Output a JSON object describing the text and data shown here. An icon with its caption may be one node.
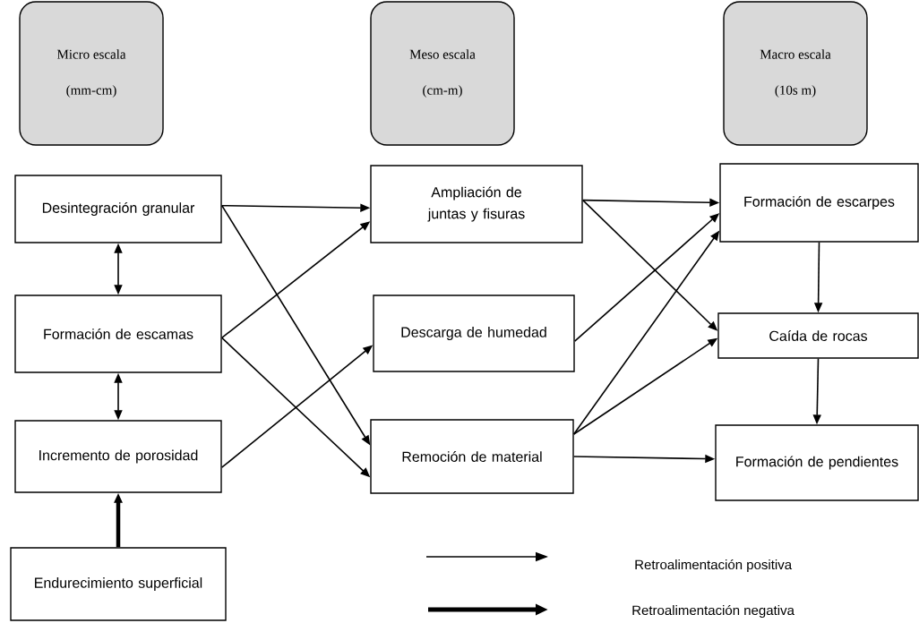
{
  "diagram": {
    "nodes": [
      {
        "text": [
          "Micro escala",
          "(mm-cm)"
        ]
      },
      {
        "text": [
          "Meso escala",
          "(cm-m)"
        ]
      },
      {
        "text": [
          "Macro escala",
          "(10s m)"
        ]
      },
      {
        "text": [
          "Desintegración granular"
        ]
      },
      {
        "text": [
          "Formación de escamas"
        ]
      },
      {
        "text": [
          "Incremento de porosidad"
        ]
      },
      {
        "text": [
          "Endurecimiento superficial"
        ]
      },
      {
        "text": [
          "Ampliación de juntas y fisuras"
        ]
      },
      {
        "text": [
          "Descarga de humedad"
        ]
      },
      {
        "text": [
          "Remoción de material"
        ]
      },
      {
        "text": [
          "Formación de escarpes"
        ]
      },
      {
        "text": [
          "Caída de rocas"
        ]
      },
      {
        "text": [
          "Formación de pendientes"
        ]
      }
    ],
    "edges": [
      {
        "from": 3,
        "to": 7,
        "arrow": "to"
      },
      {
        "from": 3,
        "to": 9,
        "arrow": "to"
      },
      {
        "from": 3,
        "to": 4,
        "arrow": "both"
      },
      {
        "from": 4,
        "to": 7,
        "arrow": "to"
      },
      {
        "from": 4,
        "to": 9,
        "arrow": "to"
      },
      {
        "from": 4,
        "to": 5,
        "arrow": "both"
      },
      {
        "from": 5,
        "to": 8,
        "arrow": "to"
      },
      {
        "from": 6,
        "to": 5,
        "arrow": "to",
        "style": "thick"
      },
      {
        "from": 7,
        "to": 10,
        "arrow": "to"
      },
      {
        "from": 7,
        "to": 11,
        "arrow": "to"
      },
      {
        "from": 8,
        "to": 10,
        "arrow": "to"
      },
      {
        "from": 9,
        "to": 10,
        "arrow": "to"
      },
      {
        "from": 9,
        "to": 11,
        "arrow": "to"
      },
      {
        "from": 9,
        "to": 12,
        "arrow": "to"
      },
      {
        "from": 10,
        "to": 11,
        "arrow": "to"
      },
      {
        "from": 11,
        "to": 12,
        "arrow": "to"
      }
    ],
    "legend": [
      {
        "text": "Retroalimentación positiva"
      },
      {
        "text": "Retroalimentación negativa"
      }
    ]
  }
}
